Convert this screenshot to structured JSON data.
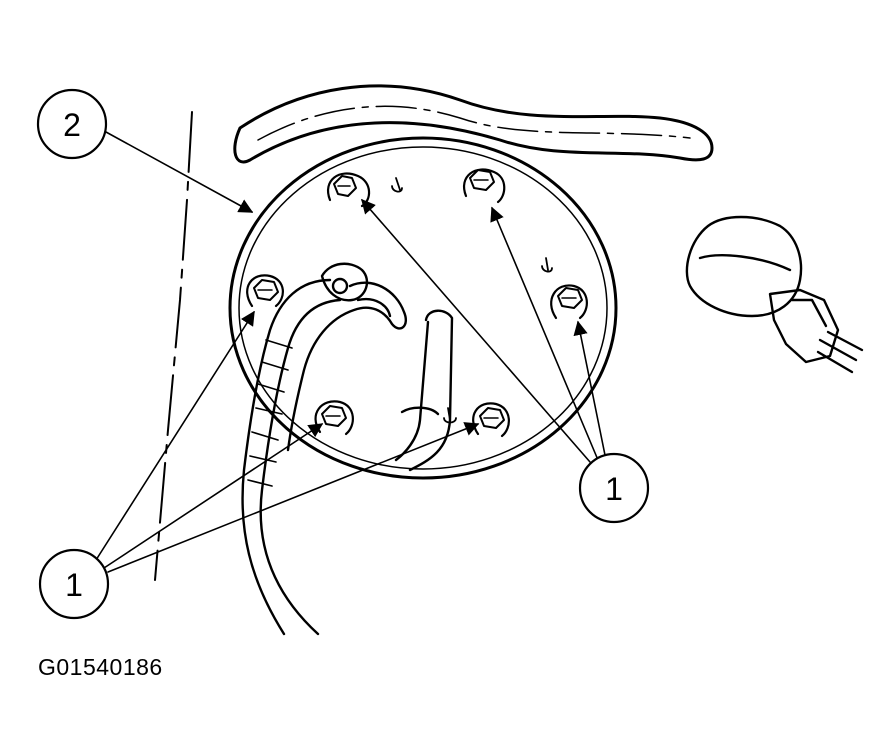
{
  "figure": {
    "id": "G01540186",
    "callouts": [
      {
        "key": "part2",
        "label": "2"
      },
      {
        "key": "nutsRight",
        "label": "1"
      },
      {
        "key": "nutsLeft",
        "label": "1"
      }
    ]
  },
  "colors": {
    "ink": "#000000",
    "paper": "#ffffff"
  }
}
